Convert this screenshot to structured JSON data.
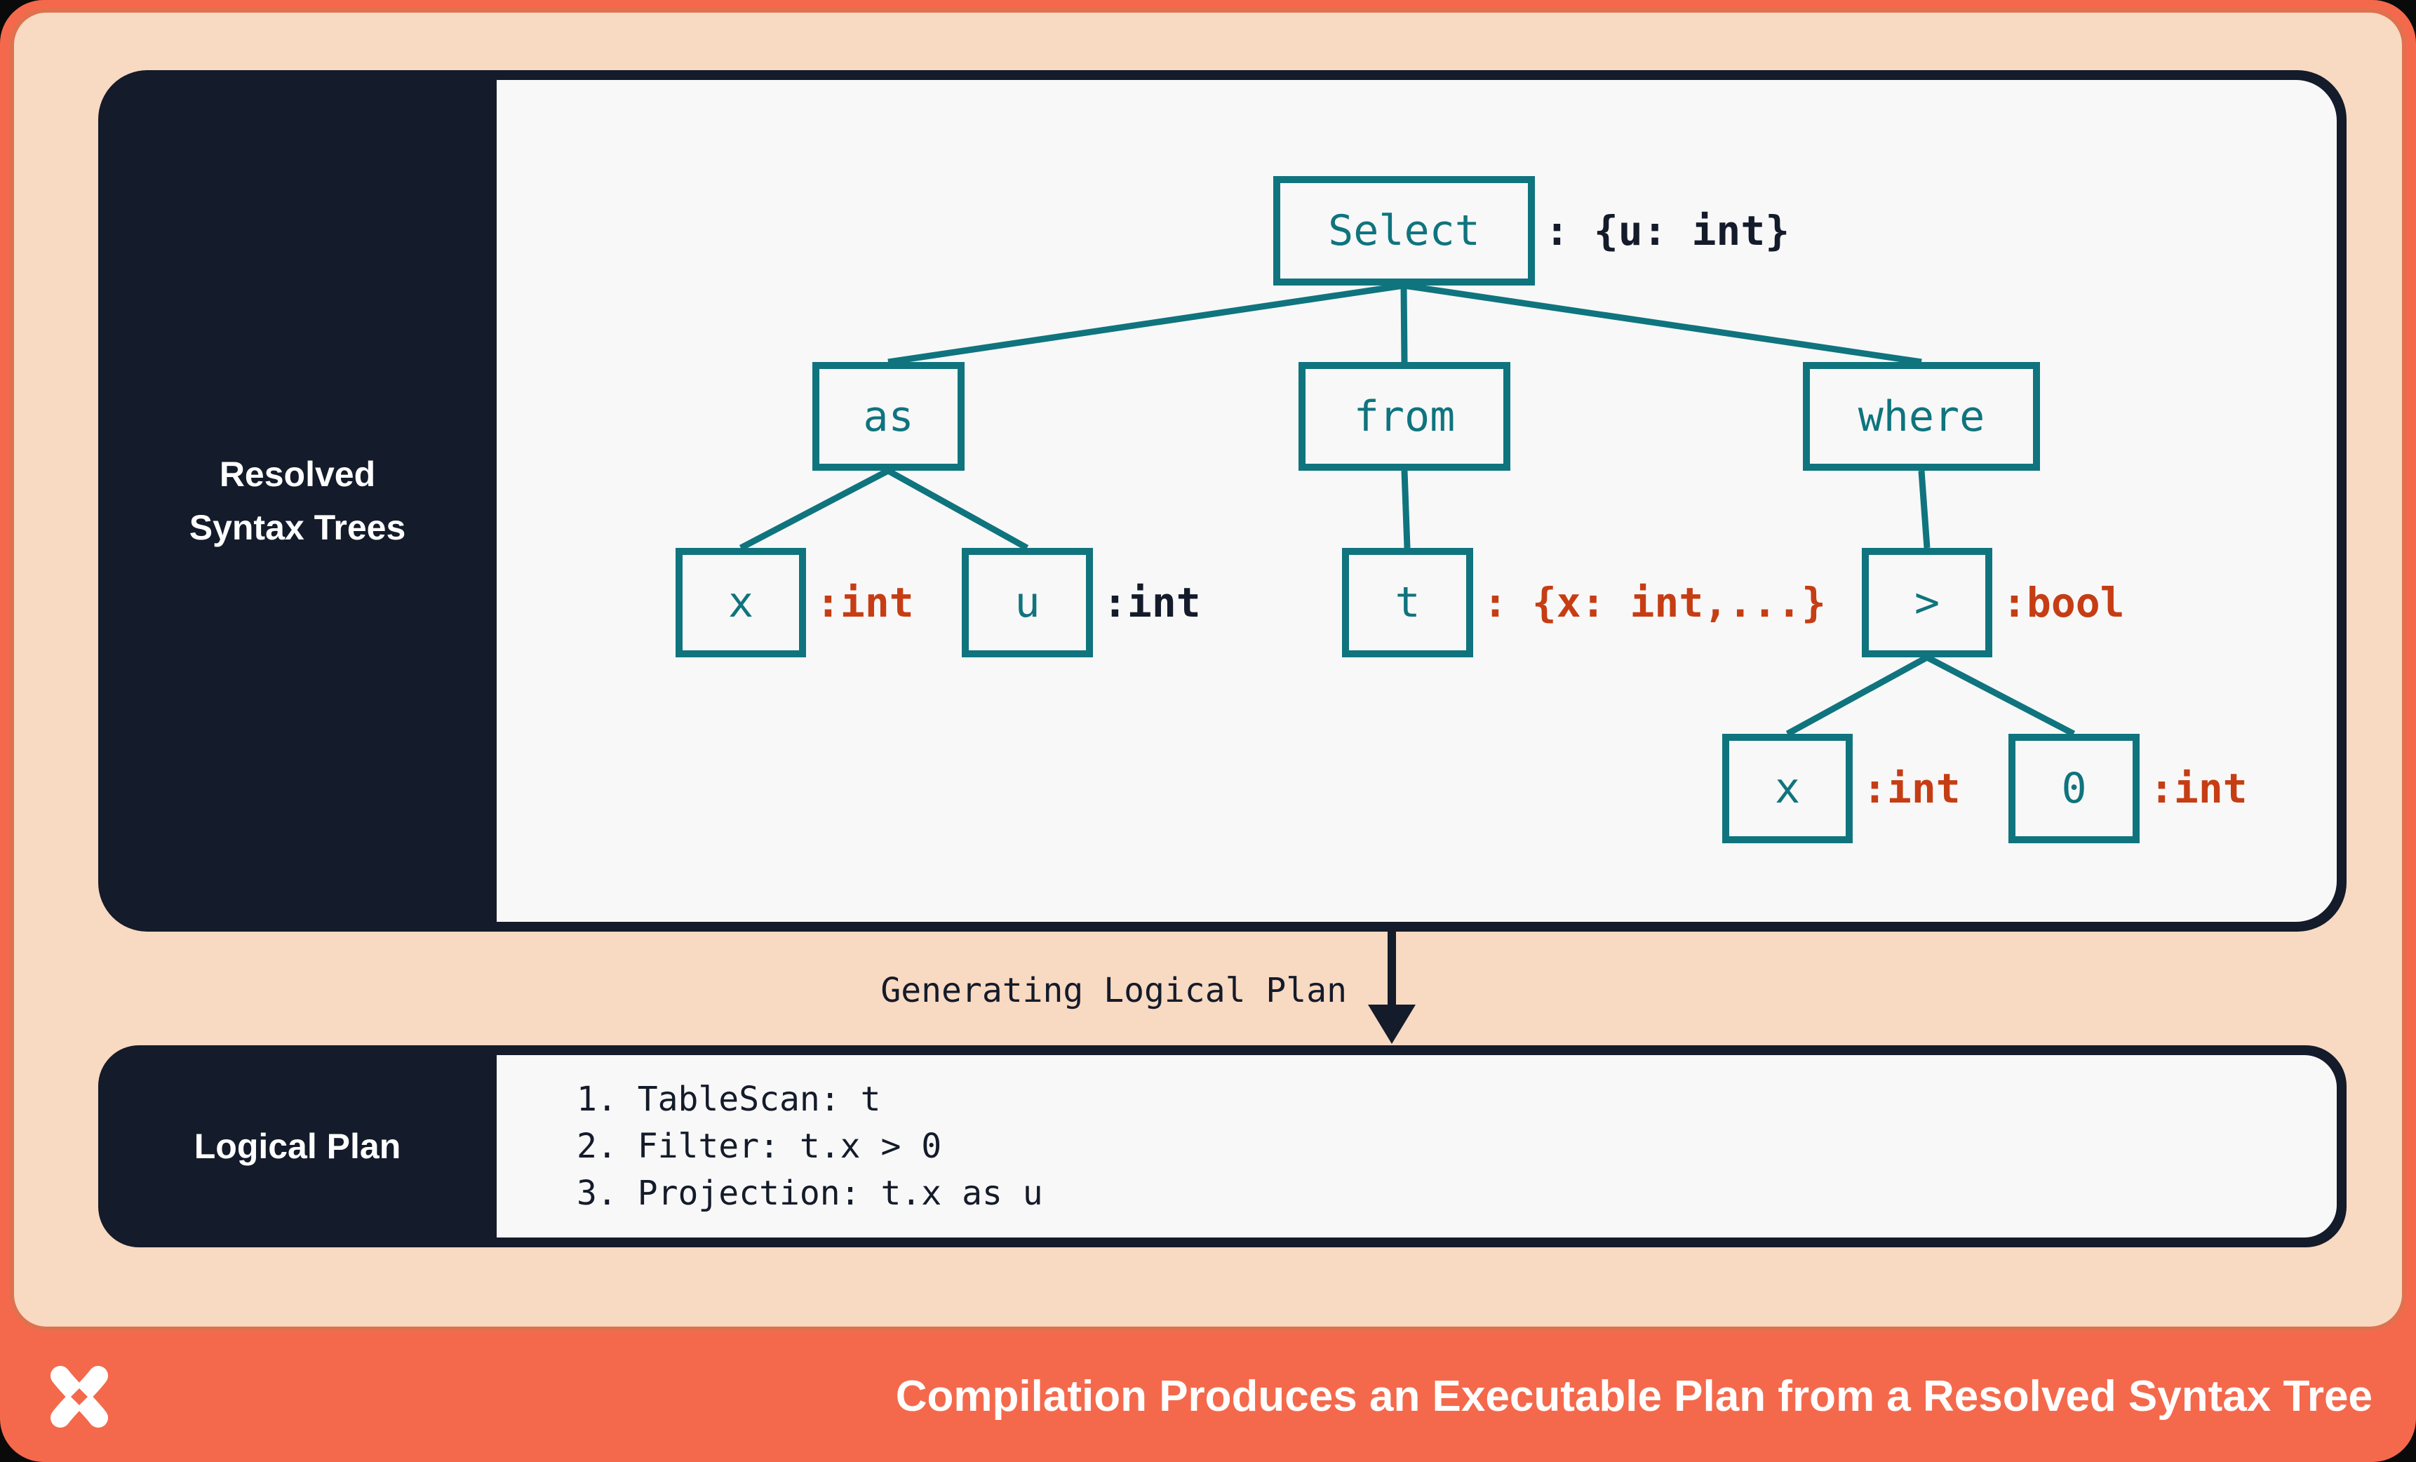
{
  "colors": {
    "frame_orange": "#F4694C",
    "inner_peach": "#F8D9C2",
    "peach_stroke": "#DF714E",
    "panel_navy": "#141B2A",
    "content_white": "#F8F8F8",
    "node_teal": "#0F747E",
    "type_red": "#C63D14",
    "text_white": "#FFFFFF"
  },
  "top_panel": {
    "sidebar_label": "Resolved Syntax Trees",
    "tree": {
      "select": {
        "label": "Select",
        "type": ": {u: int}"
      },
      "as_node": {
        "label": "as"
      },
      "from_node": {
        "label": "from"
      },
      "where_node": {
        "label": "where"
      },
      "x1": {
        "label": "x",
        "type": ":int"
      },
      "u": {
        "label": "u",
        "type": ":int"
      },
      "t": {
        "label": "t",
        "type": ": {x: int,...}"
      },
      "gt": {
        "label": ">",
        "type": ":bool"
      },
      "x2": {
        "label": "x",
        "type": ":int"
      },
      "zero": {
        "label": "0",
        "type": ":int"
      }
    }
  },
  "connector": {
    "label": "Generating Logical Plan"
  },
  "bottom_panel": {
    "sidebar_label": "Logical Plan",
    "plan_items": [
      "1. TableScan: t",
      "2. Filter: t.x > 0",
      "3. Projection: t.x as u"
    ]
  },
  "footer": {
    "title": "Compilation Produces an Executable Plan from a Resolved Syntax Tree",
    "logo": "x-pinwheel-logo"
  }
}
